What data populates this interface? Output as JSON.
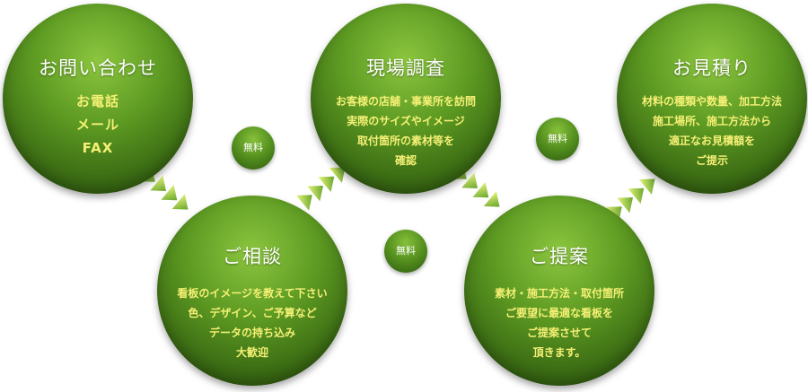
{
  "steps": [
    {
      "title": "お問い合わせ",
      "lines": [
        "お電話",
        "メール",
        "FAX"
      ]
    },
    {
      "title": "ご相談",
      "lines": [
        "看板のイメージを教えて下さい",
        "色、デザイン、ご予算など",
        "データの持ち込み",
        "大歓迎"
      ]
    },
    {
      "title": "現場調査",
      "lines": [
        "お客様の店舗・事業所を訪問",
        "実際のサイズやイメージ",
        "取付箇所の素材等を",
        "確認"
      ]
    },
    {
      "title": "ご提案",
      "lines": [
        "素材・施工方法・取付箇所",
        "ご要望に最適な看板を",
        "ご提案させて",
        "頂きます。"
      ]
    },
    {
      "title": "お見積り",
      "lines": [
        "材料の種類や数量、加工方法",
        "施工場所、施工方法から",
        "適正なお見積額を",
        "ご提示"
      ]
    }
  ],
  "badges": [
    "無料",
    "無料",
    "無料"
  ],
  "colors": {
    "circle": "#5d9a22",
    "highlight_text": "#f5f075",
    "arrow": "#c8e64a"
  }
}
